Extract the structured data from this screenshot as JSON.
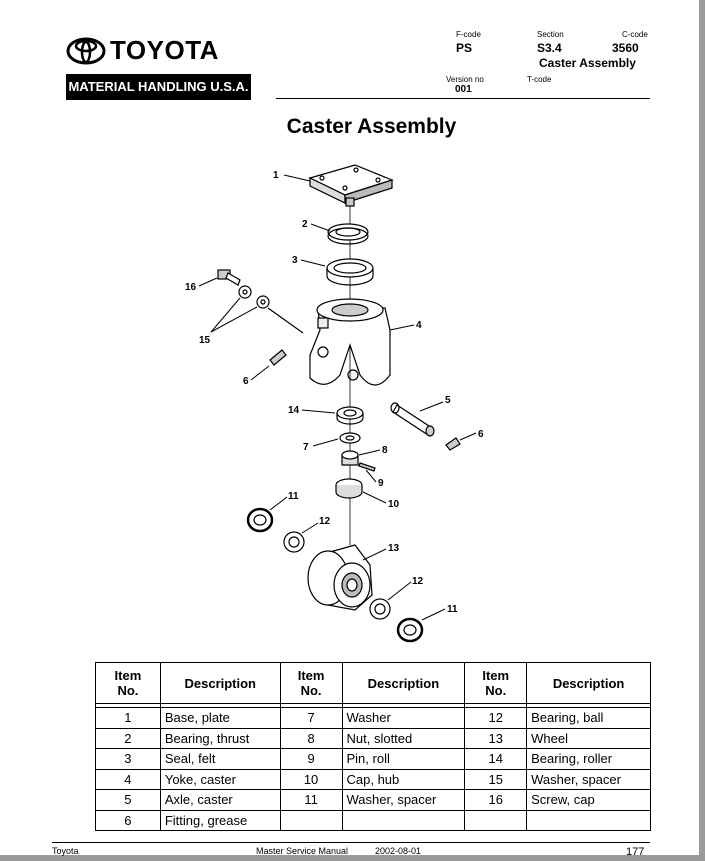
{
  "logo": {
    "wordmark": "TOYOTA",
    "tagline": "MATERIAL HANDLING U.S.A."
  },
  "header": {
    "fcode_label": "F-code",
    "fcode": "PS",
    "section_label": "Section",
    "section": "S3.4",
    "ccode_label": "C-code",
    "ccode": "3560",
    "subtitle": "Caster Assembly",
    "version_label": "Version no",
    "version": "001",
    "tcode_label": "T-code"
  },
  "title": "Caster Assembly",
  "diagram": {
    "callouts": [
      "1",
      "2",
      "3",
      "16",
      "15",
      "4",
      "6",
      "5",
      "6",
      "14",
      "7",
      "8",
      "9",
      "10",
      "11",
      "12",
      "13",
      "12",
      "11"
    ]
  },
  "table": {
    "headers": {
      "item": [
        "Item",
        "No."
      ],
      "description": "Description"
    },
    "rows": [
      [
        "1",
        "Base, plate",
        "7",
        "Washer",
        "12",
        "Bearing, ball"
      ],
      [
        "2",
        "Bearing, thrust",
        "8",
        "Nut, slotted",
        "13",
        "Wheel"
      ],
      [
        "3",
        "Seal, felt",
        "9",
        "Pin, roll",
        "14",
        "Bearing, roller"
      ],
      [
        "4",
        "Yoke, caster",
        "10",
        "Cap, hub",
        "15",
        "Washer, spacer"
      ],
      [
        "5",
        "Axle, caster",
        "11",
        "Washer, spacer",
        "16",
        "Screw, cap"
      ],
      [
        "6",
        "Fitting, grease",
        "",
        "",
        "",
        ""
      ]
    ]
  },
  "footer": {
    "company": "Toyota",
    "manual": "Master Service Manual",
    "date": "2002-08-01",
    "page": "177"
  }
}
